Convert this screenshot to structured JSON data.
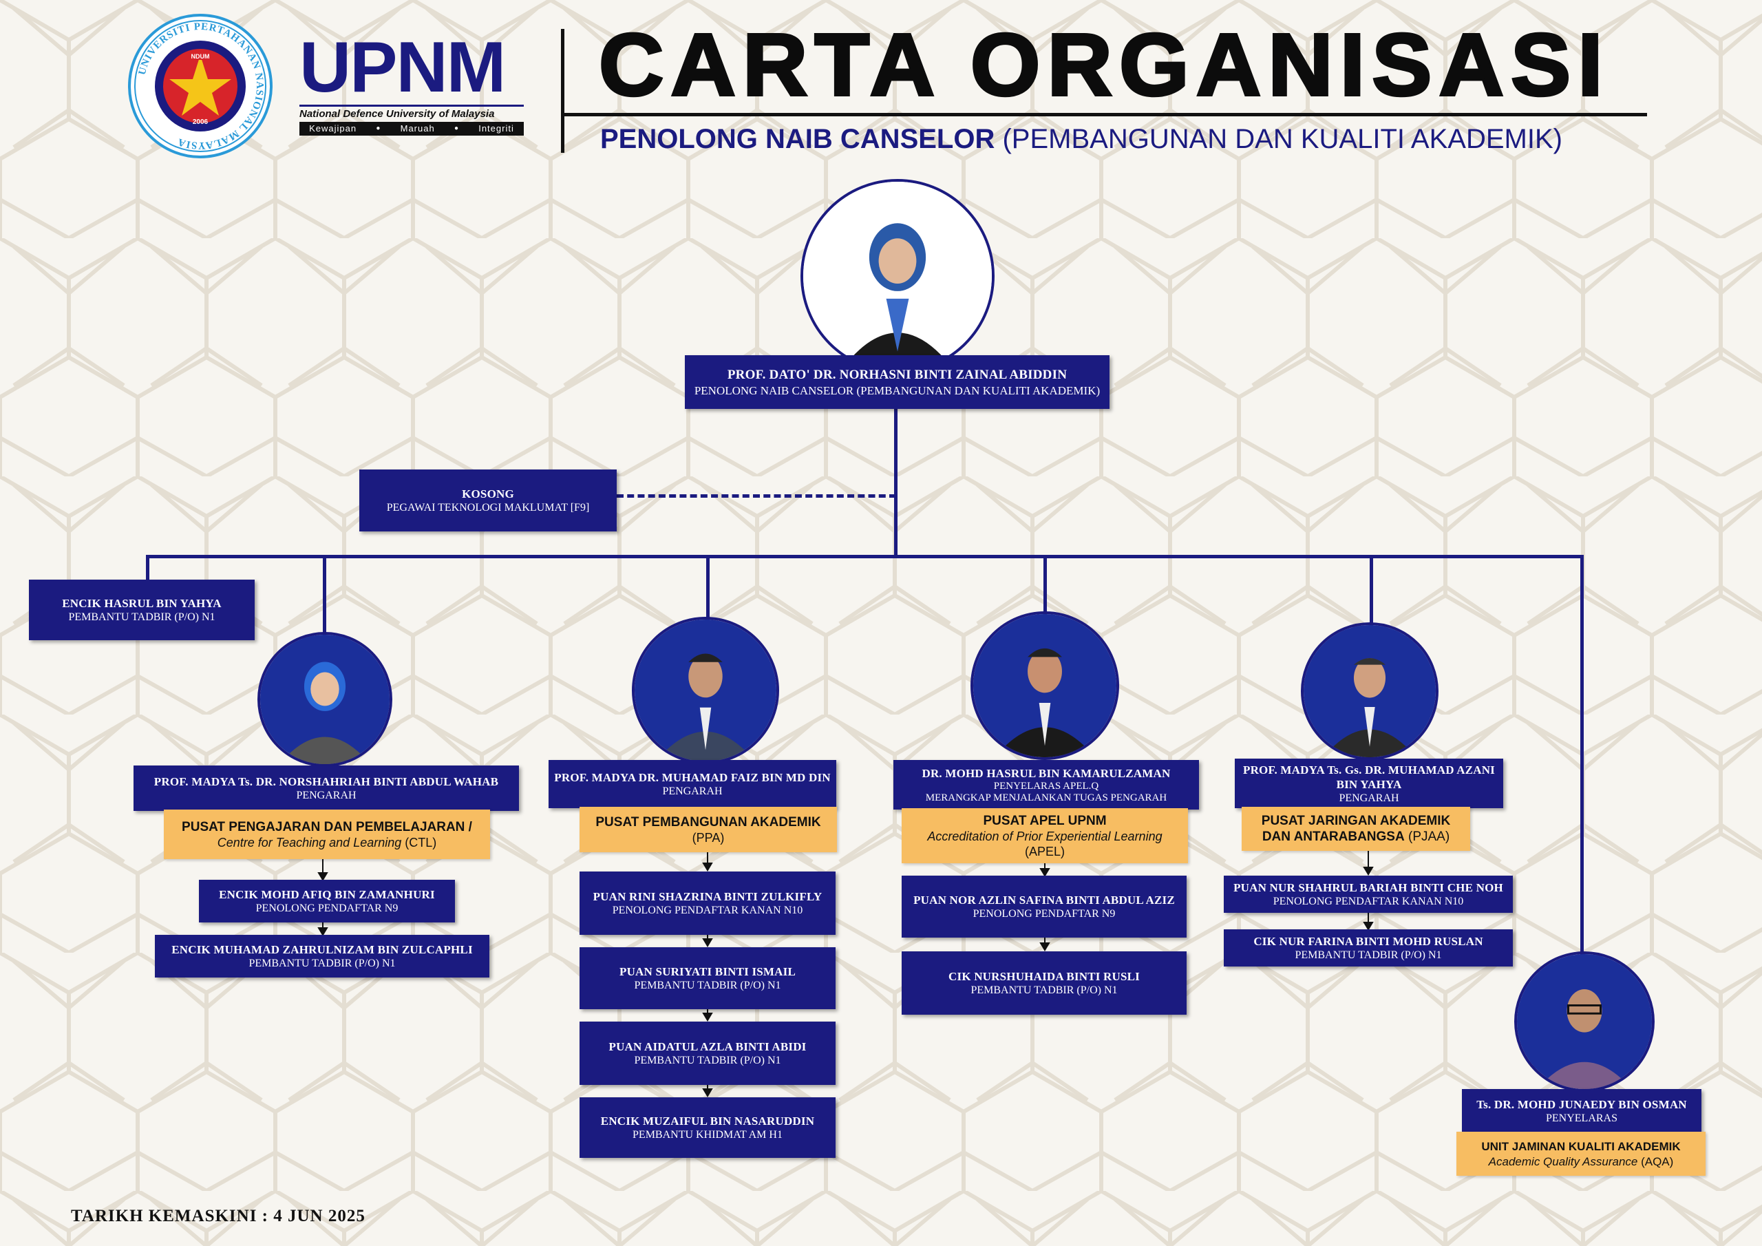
{
  "header": {
    "logo_brand": "UPNM",
    "logo_tagline": "National Defence University of Malaysia",
    "logo_motto": [
      "Kewajipan",
      "Maruah",
      "Integriti"
    ],
    "seal_text": "UNIVERSITI PERTAHANAN NASIONAL MALAYSIA",
    "seal_inner_top": "NDUM",
    "seal_inner_year": "2006",
    "title": "CARTA ORGANISASI",
    "subtitle_bold": "PENOLONG NAIB CANSELOR",
    "subtitle_rest": " (PEMBANGUNAN DAN KUALITI AKADEMIK)"
  },
  "head": {
    "name": "PROF. DATO' DR. NORHASNI BINTI ZAINAL ABIDDIN",
    "title": "PENOLONG NAIB CANSELOR (PEMBANGUNAN DAN KUALITI AKADEMIK)"
  },
  "vacant": {
    "name": "KOSONG",
    "title": "PEGAWAI TEKNOLOGI MAKLUMAT [F9]"
  },
  "admin": {
    "name": "ENCIK HASRUL BIN YAHYA",
    "title": "PEMBANTU TADBIR (P/O) N1"
  },
  "ctl": {
    "head_name": "PROF. MADYA Ts. DR. NORSHAHRIAH BINTI ABDUL WAHAB",
    "head_title": "PENGARAH",
    "unit_name": "PUSAT PENGAJARAN DAN PEMBELAJARAN /",
    "unit_en": "Centre for Teaching and Learning",
    "unit_abbr": " (CTL)",
    "staff": [
      {
        "name": "ENCIK MOHD AFIQ BIN ZAMANHURI",
        "title": "PENOLONG PENDAFTAR N9"
      },
      {
        "name": "ENCIK MUHAMAD ZAHRULNIZAM BIN ZULCAPHLI",
        "title": "PEMBANTU TADBIR (P/O) N1"
      }
    ]
  },
  "ppa": {
    "head_name": "PROF. MADYA DR. MUHAMAD FAIZ BIN MD DIN",
    "head_title": "PENGARAH",
    "unit_name": "PUSAT PEMBANGUNAN AKADEMIK",
    "unit_abbr": "(PPA)",
    "staff": [
      {
        "name": "PUAN RINI SHAZRINA BINTI ZULKIFLY",
        "title": "PENOLONG PENDAFTAR KANAN N10"
      },
      {
        "name": "PUAN SURIYATI BINTI ISMAIL",
        "title": "PEMBANTU TADBIR (P/O) N1"
      },
      {
        "name": "PUAN AIDATUL AZLA BINTI ABIDI",
        "title": "PEMBANTU TADBIR (P/O) N1"
      },
      {
        "name": "ENCIK MUZAIFUL BIN NASARUDDIN",
        "title": "PEMBANTU KHIDMAT AM H1"
      }
    ]
  },
  "apel": {
    "head_name": "DR. MOHD HASRUL BIN KAMARULZAMAN",
    "head_title": "PENYELARAS APEL.Q",
    "head_title2": "MERANGKAP MENJALANKAN TUGAS PENGARAH",
    "unit_name": "PUSAT APEL UPNM",
    "unit_en": "Accreditation of Prior Experiential Learning",
    "unit_abbr": "(APEL)",
    "staff": [
      {
        "name": "PUAN NOR AZLIN SAFINA BINTI ABDUL AZIZ",
        "title": "PENOLONG PENDAFTAR N9"
      },
      {
        "name": "CIK NURSHUHAIDA BINTI RUSLI",
        "title": "PEMBANTU TADBIR (P/O) N1"
      }
    ]
  },
  "pjaa": {
    "head_name": "PROF. MADYA Ts. Gs. DR. MUHAMAD AZANI BIN YAHYA",
    "head_title": "PENGARAH",
    "unit_name": "PUSAT JARINGAN AKADEMIK DAN ANTARABANGSA",
    "unit_abbr": " (PJAA)",
    "staff": [
      {
        "name": "PUAN NUR SHAHRUL BARIAH BINTI CHE NOH",
        "title": "PENOLONG PENDAFTAR KANAN N10"
      },
      {
        "name": "CIK NUR FARINA BINTI MOHD RUSLAN",
        "title": "PEMBANTU TADBIR (P/O) N1"
      }
    ]
  },
  "aqa": {
    "head_name": "Ts. DR. MOHD JUNAEDY BIN OSMAN",
    "head_title": "PENYELARAS",
    "unit_name": "UNIT JAMINAN KUALITI AKADEMIK",
    "unit_en": "Academic Quality Assurance",
    "unit_abbr": " (AQA)"
  },
  "footer": {
    "updated": "TARIKH KEMASKINI : 4 JUN 2025"
  },
  "colors": {
    "navy": "#1b1b80",
    "unit": "#f7bd62",
    "title": "#0c0c0c"
  }
}
